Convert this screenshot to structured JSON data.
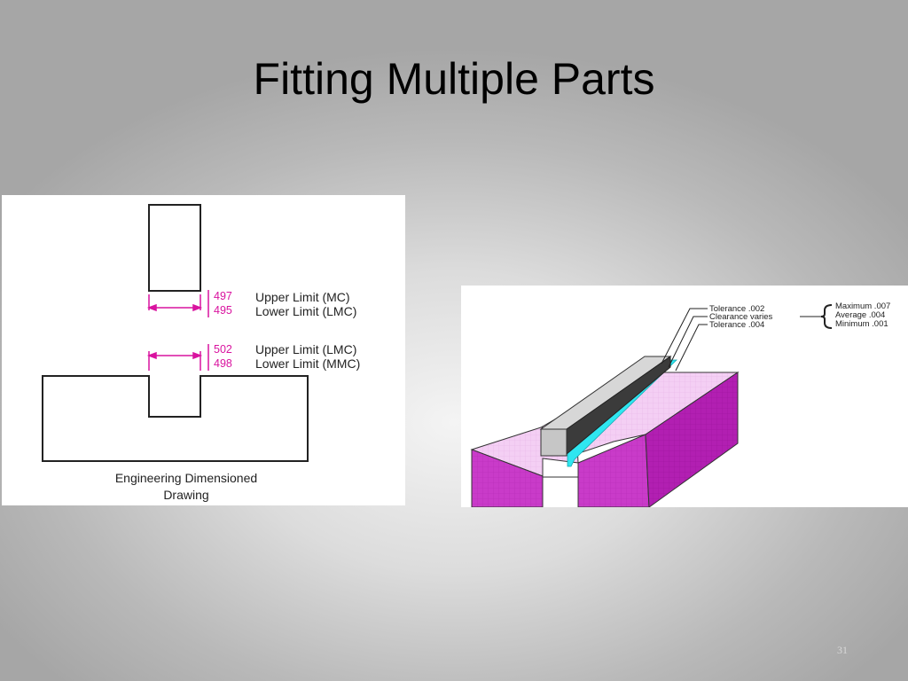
{
  "slide": {
    "title": "Fitting Multiple Parts",
    "page_number": "31"
  },
  "left_drawing": {
    "shaft": {
      "upper_value": "497",
      "upper_label": "Upper Limit (MC)",
      "lower_value": "495",
      "lower_label": "Lower Limit (LMC)"
    },
    "slot": {
      "upper_value": "502",
      "upper_label": "Upper Limit (LMC)",
      "lower_value": "498",
      "lower_label": "Lower Limit (MMC)"
    },
    "caption_line1": "Engineering Dimensioned",
    "caption_line2": "Drawing",
    "dimension_color": "#d9139f"
  },
  "right_drawing": {
    "callouts": [
      "Tolerance .002",
      "Clearance varies",
      "Tolerance .004"
    ],
    "clearance_values": [
      "Maximum .007",
      "Average .004",
      "Minimum .001"
    ],
    "colors": {
      "block_top": "#f4cff4",
      "block_front": "#c93bc9",
      "block_side": "#b21fb2",
      "key": "#c6c6c6",
      "clearance": "#2fe6f0"
    }
  }
}
